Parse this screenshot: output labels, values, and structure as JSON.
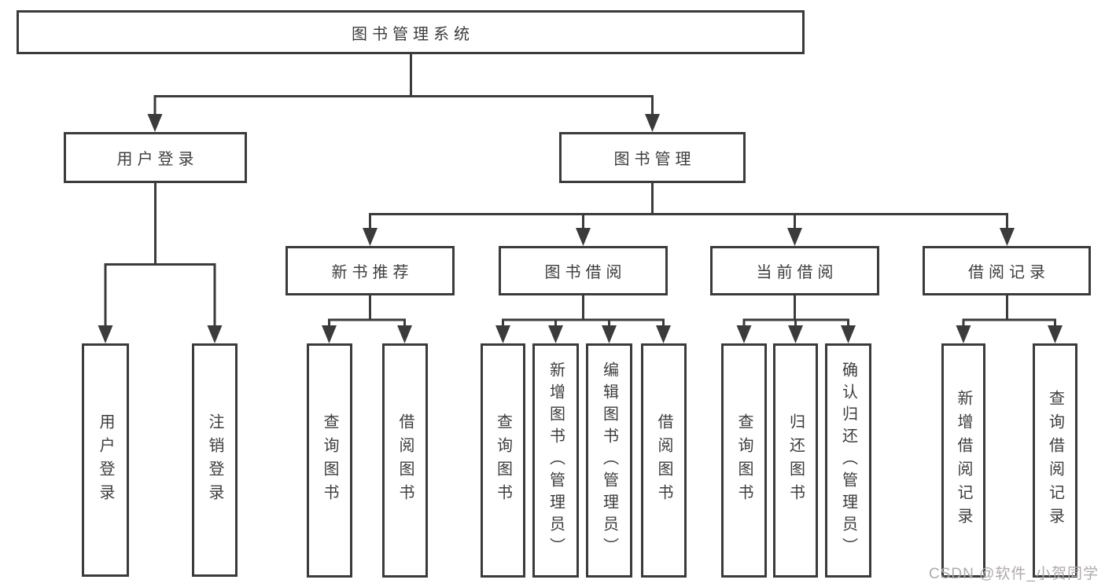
{
  "diagram": {
    "root": {
      "label": "图书管理系统"
    },
    "level2": [
      {
        "label": "用户登录",
        "children": [
          {
            "label": "用户登录"
          },
          {
            "label": "注销登录"
          }
        ]
      },
      {
        "label": "图书管理",
        "children": [
          {
            "label": "新书推荐",
            "children": [
              {
                "label": "查询图书"
              },
              {
                "label": "借阅图书"
              }
            ]
          },
          {
            "label": "图书借阅",
            "children": [
              {
                "label": "查询图书"
              },
              {
                "label": "新增图书（管理员）"
              },
              {
                "label": "编辑图书（管理员）"
              },
              {
                "label": "借阅图书"
              }
            ]
          },
          {
            "label": "当前借阅",
            "children": [
              {
                "label": "查询图书"
              },
              {
                "label": "归还图书"
              },
              {
                "label": "确认归还（管理员）"
              }
            ]
          },
          {
            "label": "借阅记录",
            "children": [
              {
                "label": "新增借阅记录"
              },
              {
                "label": "查询借阅记录"
              }
            ]
          }
        ]
      }
    ]
  },
  "watermark": {
    "text": "CSDN @软件_小贺同学"
  },
  "colors": {
    "line": "#3b3b3b",
    "text": "#3d3d3d",
    "background": "#ffffff",
    "watermark": "#b0a9a9"
  }
}
